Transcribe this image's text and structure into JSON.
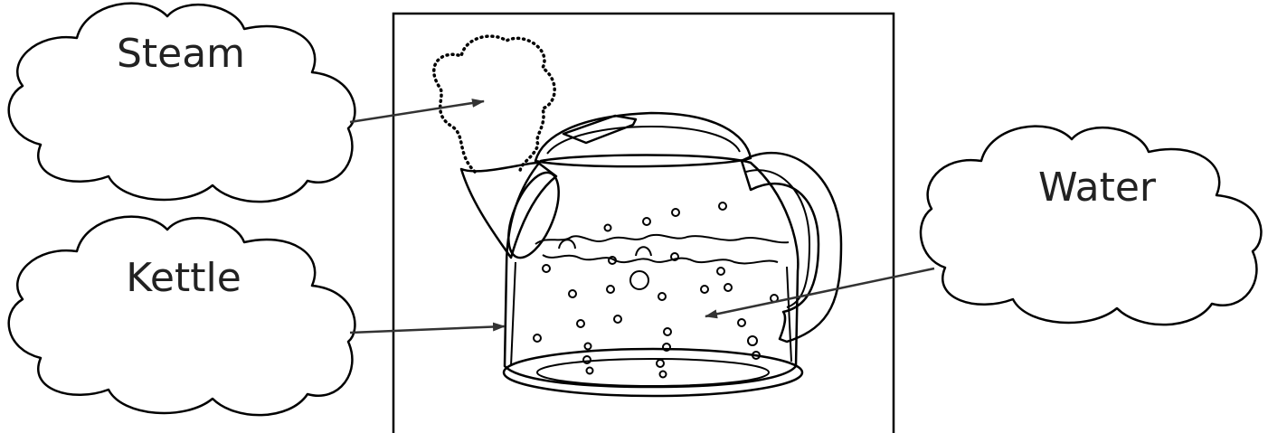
{
  "diagram": {
    "labels": {
      "steam": "Steam",
      "kettle": "Kettle",
      "water": "Water"
    },
    "colors": {
      "ink": "#000000",
      "label_text": "#222222",
      "arrow": "#333333",
      "background": "#ffffff"
    }
  }
}
